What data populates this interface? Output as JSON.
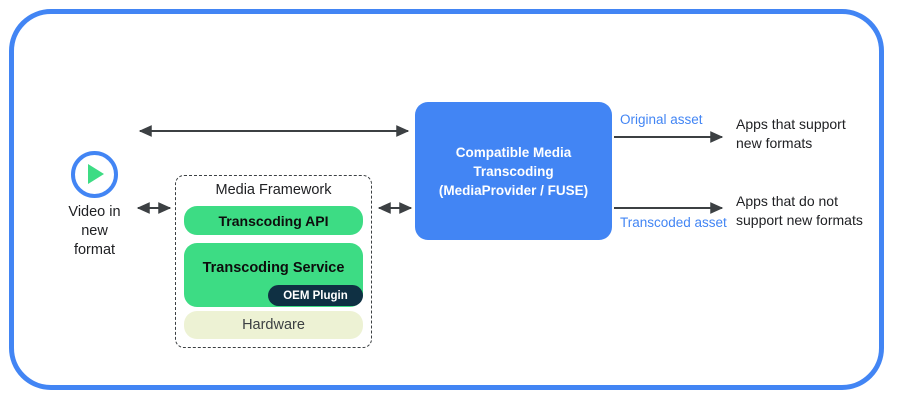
{
  "frame": {
    "border_color": "#4285f4",
    "name": "diagram-frame"
  },
  "source": {
    "icon": "play-circle-icon",
    "caption": "Video in\nnew\nformat"
  },
  "media_framework": {
    "title": "Media Framework",
    "layers": [
      {
        "label": "Transcoding API",
        "color": "#3ddc84"
      },
      {
        "label": "Transcoding Service",
        "color": "#3ddc84"
      },
      {
        "label": "Hardware",
        "color": "#edf2d4"
      }
    ],
    "badge": {
      "label": "OEM Plugin",
      "color": "#0f3043"
    }
  },
  "core": {
    "label": "Compatible Media\nTranscoding\n(MediaProvider / FUSE)",
    "color": "#4285f4"
  },
  "outputs": [
    {
      "asset_label": "Original asset",
      "target_label": "Apps that support\nnew formats"
    },
    {
      "asset_label": "Transcoded asset",
      "target_label": "Apps that do not\nsupport new formats"
    }
  ],
  "connectors": [
    {
      "name": "video-to-core",
      "type": "double-headed"
    },
    {
      "name": "video-to-framework",
      "type": "double-headed"
    },
    {
      "name": "framework-to-core",
      "type": "double-headed"
    },
    {
      "name": "core-to-original-apps",
      "type": "single-headed"
    },
    {
      "name": "core-to-transcoded-apps",
      "type": "single-headed"
    }
  ],
  "colors": {
    "brand_blue": "#4285f4",
    "android_green": "#3ddc84",
    "hardware_green": "#edf2d4",
    "badge_navy": "#0f3043",
    "arrow_gray": "#3c4043"
  }
}
